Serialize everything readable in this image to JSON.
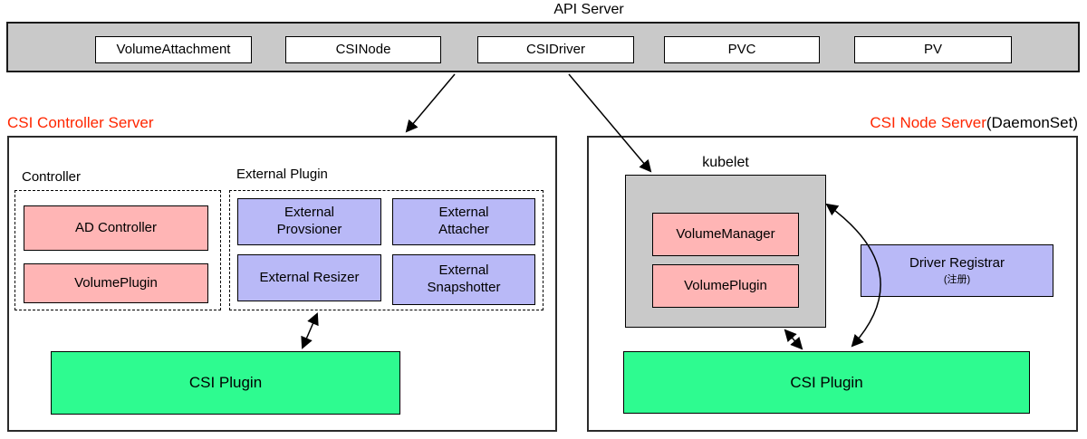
{
  "title": "API Server",
  "api_bar": {
    "resources": [
      "VolumeAttachment",
      "CSINode",
      "CSIDriver",
      "PVC",
      "PV"
    ]
  },
  "controller_server": {
    "label": "CSI Controller Server",
    "controller_group": {
      "label": "Controller",
      "boxes": [
        "AD Controller",
        "VolumePlugin"
      ]
    },
    "external_group": {
      "label": "External Plugin",
      "boxes": [
        "External\nProvsioner",
        "External\nAttacher",
        "External Resizer",
        "External\nSnapshotter"
      ]
    },
    "csi_plugin": "CSI Plugin"
  },
  "node_server": {
    "label_red": "CSI Node Server",
    "label_black": "(DaemonSet)",
    "kubelet": {
      "label": "kubelet",
      "boxes": [
        "VolumeManager",
        "VolumePlugin"
      ]
    },
    "driver_registrar": {
      "title": "Driver Registrar",
      "subtitle": "(注册)"
    },
    "csi_plugin": "CSI Plugin"
  },
  "colors": {
    "bar_gray": "#c9c9c9",
    "box_pink": "#ffb5b5",
    "box_purple": "#b9b9f7",
    "box_green": "#2efb90",
    "label_red": "#ff2600",
    "line": "#1a1a1a"
  }
}
